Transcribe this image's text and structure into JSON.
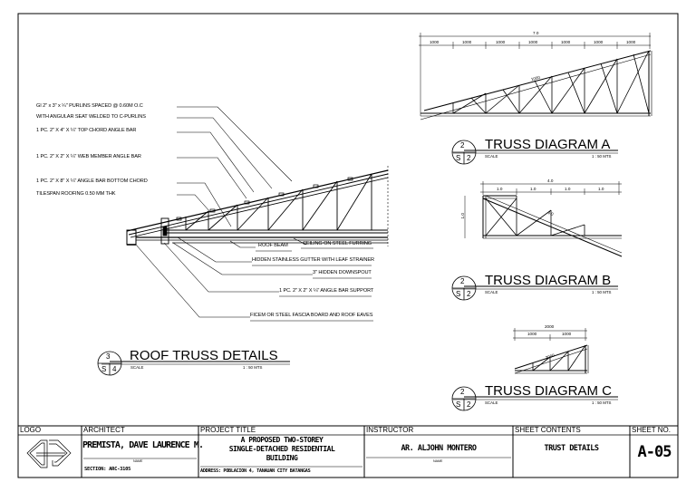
{
  "roof_detail": {
    "callouts": [
      "GI 2\" x 3\" x ¼\" PURLINS SPACED @ 0.60M O.C",
      "WITH ANGULAR SEAT  WELDED TO C-PURLINS",
      "1 PC. 2\" X 4\" X ¼\" TOP CHORD ANGLE BAR",
      "1 PC. 2\" X 2\" X ¼\" WEB MEMBER ANGLE BAR",
      "1 PC. 2\" X 8\" X ¼\" ANGLE BAR BOTTOM CHORD",
      "TILESPAN ROOFING 0.50 MM THK"
    ],
    "lower_callouts": {
      "roof_beam": "ROOF BEAM",
      "ceiling": "CEILING ON STEEL FURRING",
      "gutter": "HIDDEN STAINLESS GUTTER WITH LEAF STRAINER",
      "downspout": "3\" HIDDEN DOWNSPOUT",
      "support": "1 PC. 2\" X 2\" X ¼\" ANGLE BAR SUPPORT",
      "fascia": "FICEM OR STEEL FASCIA BOARD AND ROOF EAVES"
    },
    "title": "ROOF TRUSS DETAILS",
    "number": "3",
    "sheet_ref": "S",
    "sheet_num": "4",
    "scale_label": "SCALE",
    "scale_value": "1 : 50 MTS"
  },
  "diagram_a": {
    "title": "TRUSS DIAGRAM A",
    "number": "2",
    "sheet_ref": "S",
    "sheet_num": "2",
    "scale_label": "SCALE",
    "scale_value": "1 : 50 MTS",
    "overall_dim": "7.0",
    "spacing_dims": [
      "1000",
      "1000",
      "1000",
      "1000",
      "1000",
      "1000",
      "1000"
    ],
    "chord_dim": "1000"
  },
  "diagram_b": {
    "title": "TRUSS DIAGRAM B",
    "number": "2",
    "sheet_ref": "S",
    "sheet_num": "2",
    "scale_label": "SCALE",
    "scale_value": "1 : 50 MTS",
    "overall_dim": "4.0",
    "spacing_dims": [
      "1.0",
      "1.0",
      "1.0",
      "1.0"
    ],
    "height_dim": "1.0",
    "chord_dim": "4.0"
  },
  "diagram_c": {
    "title": "TRUSS DIAGRAM C",
    "number": "2",
    "sheet_ref": "S",
    "sheet_num": "2",
    "scale_label": "SCALE",
    "scale_value": "1 : 50 MTS",
    "overall_dim": "2000",
    "spacing_dims": [
      "1000",
      "1000"
    ],
    "chord_dim": "2000"
  },
  "title_block": {
    "headers": {
      "logo": "LOGO",
      "architect": "ARCHITECT",
      "project_title": "PROJECT TITLE",
      "instructor": "INSTRUCTOR",
      "sheet_contents": "SHEET CONTENTS",
      "sheet_no": "SHEET NO."
    },
    "architect_name": "PREMISTA, DAVE LAURENCE M.",
    "name_caption": "NAME",
    "section": "SECTION: ARC-3105",
    "project_lines": [
      "A PROPOSED TWO-STOREY",
      "SINGLE-DETACHED RESIDENTIAL",
      "BUILDING"
    ],
    "address": "ADDRESS:  POBLACION 4, TANAUAN CITY BATANGAS",
    "instructor_name": "AR. ALJOHN MONTERO",
    "instructor_caption": "NAME",
    "sheet_contents_value": "TRUST DETAILS",
    "sheet_no_value": "A-05"
  }
}
